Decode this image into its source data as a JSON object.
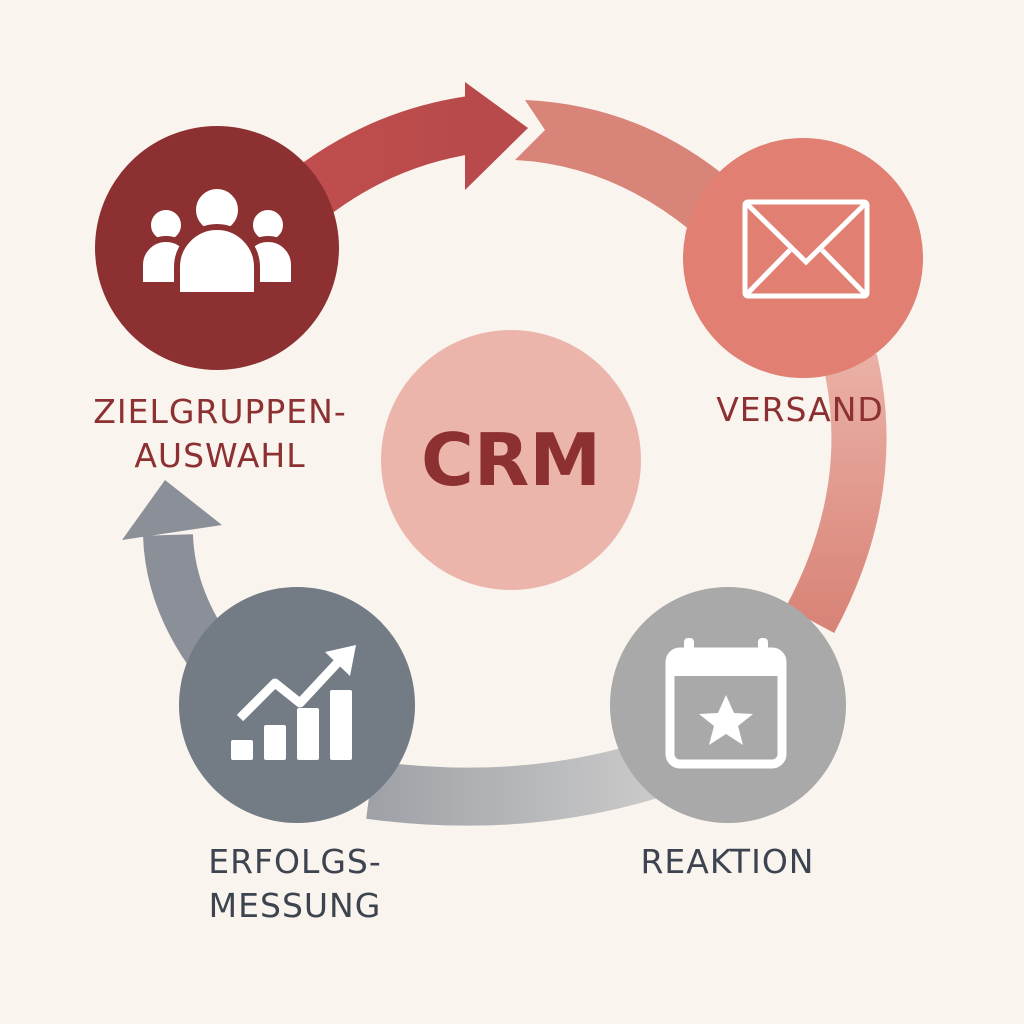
{
  "center": {
    "label": "CRM"
  },
  "steps": [
    {
      "id": "zielgruppen",
      "label_line1": "ZIELGRUPPEN-",
      "label_line2": "AUSWAHL",
      "icon": "users-icon",
      "color": "#8c3032"
    },
    {
      "id": "versand",
      "label_line1": "VERSAND",
      "icon": "envelope-icon",
      "color": "#e07f72"
    },
    {
      "id": "reaktion",
      "label_line1": "REAKTION",
      "icon": "calendar-star-icon",
      "color": "#a9a9a9"
    },
    {
      "id": "erfolgsmessung",
      "label_line1": "ERFOLGS-",
      "label_line2": "MESSUNG",
      "icon": "growth-chart-icon",
      "color": "#737b85"
    }
  ],
  "colors": {
    "background": "#f9f4ee",
    "center": "#ecb5ab",
    "text_red": "#8c3032",
    "text_gray": "#3d4450"
  }
}
